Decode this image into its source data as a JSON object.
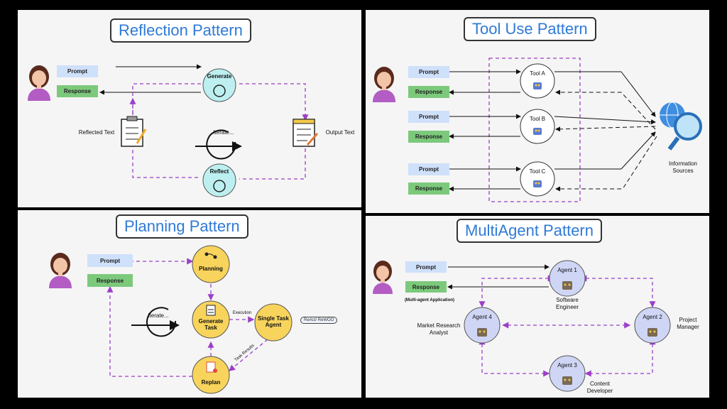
{
  "reflection": {
    "title": "Reflection Pattern",
    "prompt": "Prompt",
    "response": "Response",
    "generate": "Generate",
    "reflect": "Reflect",
    "iterate": "Iterate...",
    "reflected_text": "Reflected Text",
    "output_text": "Output Text"
  },
  "tool_use": {
    "title": "Tool Use Pattern",
    "prompt": "Prompt",
    "response": "Response",
    "tools": [
      "Tool A",
      "Tool B",
      "Tool C"
    ],
    "info_sources": "Information Sources"
  },
  "planning": {
    "title": "Planning Pattern",
    "prompt": "Prompt",
    "response": "Response",
    "planning": "Planning",
    "generate_task": "Generate Task",
    "single_task_agent": "Single Task Agent",
    "replan": "Replan",
    "iterate": "Iterate...",
    "execution": "Execution",
    "task_results": "Task Results",
    "react_badge": "ReAct/ ReWOO"
  },
  "multiagent": {
    "title": "MultiAgent Pattern",
    "prompt": "Prompt",
    "response": "Response",
    "app_label": "(Multi-agent Application)",
    "agents": [
      "Agent 1",
      "Agent 2",
      "Agent 3",
      "Agent 4"
    ],
    "roles": [
      "Software Engineer",
      "Project Manager",
      "Content Developer",
      "Market Research Analyst"
    ]
  },
  "colors": {
    "dashed_purple": "#9b3fc7",
    "teal_node": "#bdeff0",
    "yellow_node": "#f8d45c",
    "lavender_node": "#cfd6f5",
    "title_blue": "#2e7ad6",
    "prompt_chip": "#cfe0fb",
    "response_chip": "#7cc97c"
  }
}
